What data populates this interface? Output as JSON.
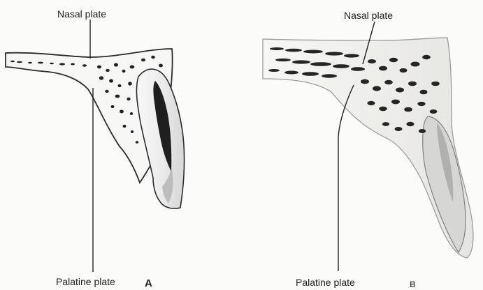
{
  "figure": {
    "panel_a": {
      "nasal_label": "Nasal plate",
      "palatine_label": "Palatine plate",
      "panel_letter": "A"
    },
    "panel_b": {
      "nasal_label": "Nasal plate",
      "palatine_label": "Palatine plate",
      "panel_letter": "B"
    }
  }
}
